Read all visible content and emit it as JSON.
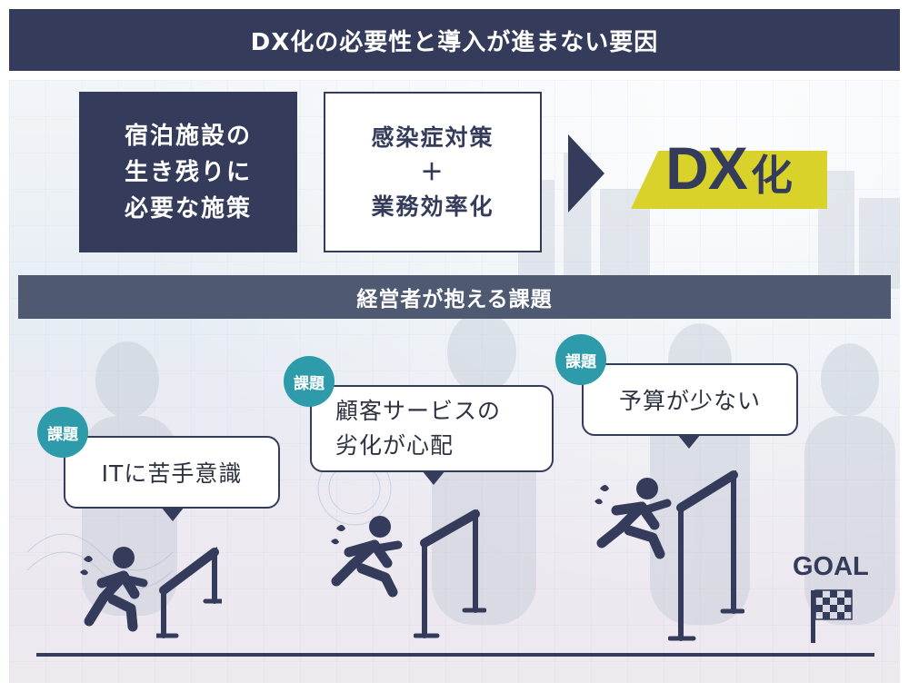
{
  "title": "DX化の必要性と導入が進まない要因",
  "left_box": {
    "lines": [
      "宿泊施設の",
      "生き残りに",
      "必要な施策"
    ]
  },
  "middle_box": {
    "lines": [
      "感染症対策",
      "＋",
      "業務効率化"
    ]
  },
  "result": {
    "latin": "DX",
    "kanji": "化"
  },
  "section_title": "経営者が抱える課題",
  "challenges": [
    {
      "badge": "課題",
      "lines": [
        "ITに苦手意識"
      ]
    },
    {
      "badge": "課題",
      "lines": [
        "顧客サービスの",
        "劣化が心配"
      ]
    },
    {
      "badge": "課題",
      "lines": [
        "予算が少ない"
      ]
    }
  ],
  "goal_label": "GOAL",
  "colors": {
    "navy": "#353b5a",
    "slate": "#4f5a72",
    "accent_yellow": "#d9d22b",
    "badge_teal": "#2e9bab"
  },
  "icons": [
    "runner-icon",
    "hurdle-icon",
    "checkered-flag-icon",
    "sweat-drop-icon"
  ]
}
